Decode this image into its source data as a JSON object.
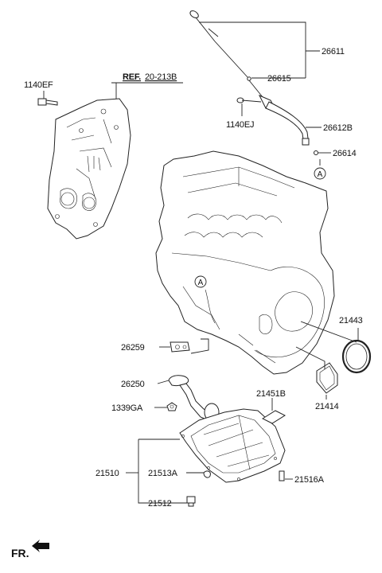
{
  "callouts": {
    "p26611": "26611",
    "p26615": "26615",
    "p1140EF": "1140EF",
    "ref_prefix": "REF.",
    "ref_number": "20-213B",
    "p1140EJ": "1140EJ",
    "p26612B": "26612B",
    "p26614": "26614",
    "marker_a_top": "A",
    "marker_a_engine": "A",
    "p21443": "21443",
    "p26259": "26259",
    "p26250": "26250",
    "p21414": "21414",
    "p21451B": "21451B",
    "p1339GA": "1339GA",
    "p21510": "21510",
    "p21513A": "21513A",
    "p21516A": "21516A",
    "p21512": "21512"
  },
  "footer": {
    "front_label": "FR."
  }
}
